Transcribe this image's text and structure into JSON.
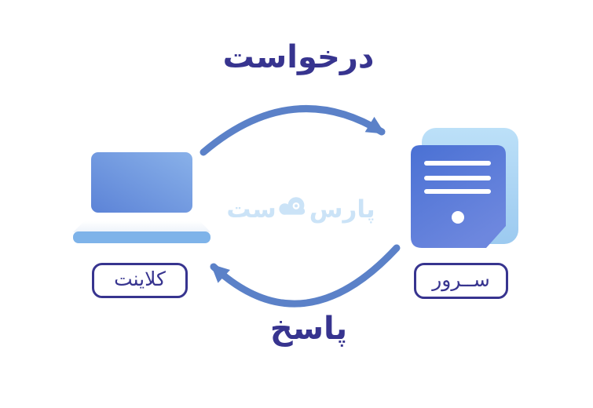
{
  "diagram": {
    "request_label": "درخواست",
    "response_label": "پاسخ",
    "client": {
      "label": "کلاینت",
      "icon": "laptop-icon"
    },
    "server": {
      "label": "ســرور",
      "icon": "server-icon"
    },
    "watermark": {
      "brand": "پارس‌هاست",
      "right_part": "پارس",
      "left_part": "ست",
      "icon": "cloud-icon"
    },
    "colors": {
      "label_text": "#37348f",
      "arrow": "#5b81c8",
      "laptop_screen_start": "#5c83d7",
      "laptop_screen_end": "#89b1e9",
      "laptop_deck_top": "#ffffff",
      "laptop_deck_bottom": "#edf3fa",
      "laptop_base_strip": "#7eb3e9",
      "server_back_start": "#bce0f8",
      "server_back_end": "#9ccaf0",
      "server_front_start": "#4a71d4",
      "server_front_end": "#6d87de",
      "server_detail": "#ffffff",
      "watermark": "#cbe3f7"
    }
  }
}
